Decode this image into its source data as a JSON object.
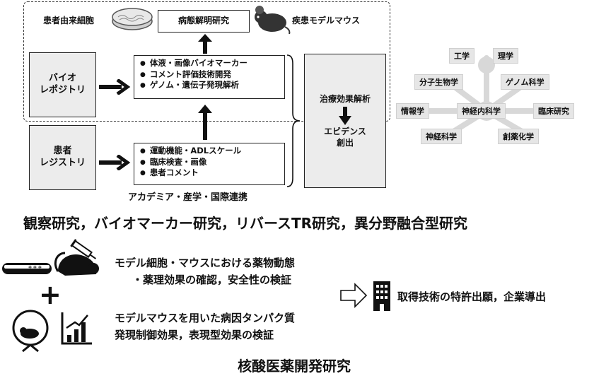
{
  "top": {
    "patient_cells_label": "患者由来細胞",
    "research_box_label": "病態解明研究",
    "model_mouse_label": "疾患モデルマウス",
    "bio_repository_label": "バイオ\nレポジトリ",
    "patient_registry_label": "患者\nレジストリ",
    "biomarker_items": [
      "体液・画像バイオマーカー",
      "コメント評価技術開発",
      "ゲノム・遺伝子発現解析"
    ],
    "registry_items": [
      "運動機能・ADLスケール",
      "臨床検査・画像",
      "患者コメント"
    ],
    "treatment_analysis_label": "治療効果解析",
    "evidence_label": "エビデンス\n創出",
    "collaboration_label": "アカデミア・産学・国際連携"
  },
  "network": {
    "center": "神経内科学",
    "nodes": [
      "工学",
      "理学",
      "分子生物学",
      "ゲノム科学",
      "情報学",
      "臨床研究",
      "神経科学",
      "創薬化学"
    ]
  },
  "section1_title": "観察研究，バイオマーカー研究，リバースTR研究，異分野融合型研究",
  "bottom": {
    "line1": "モデル細胞・マウスにおける薬物動態",
    "line2": "・薬理効果の確認，安全性の検証",
    "line3": "モデルマウスを用いた病因タンパク質",
    "line4": "発現制御効果，表現型効果の検証",
    "outcome": "取得技術の特許出願，企業導出",
    "plus": "+",
    "title": "核酸医薬開発研究"
  }
}
